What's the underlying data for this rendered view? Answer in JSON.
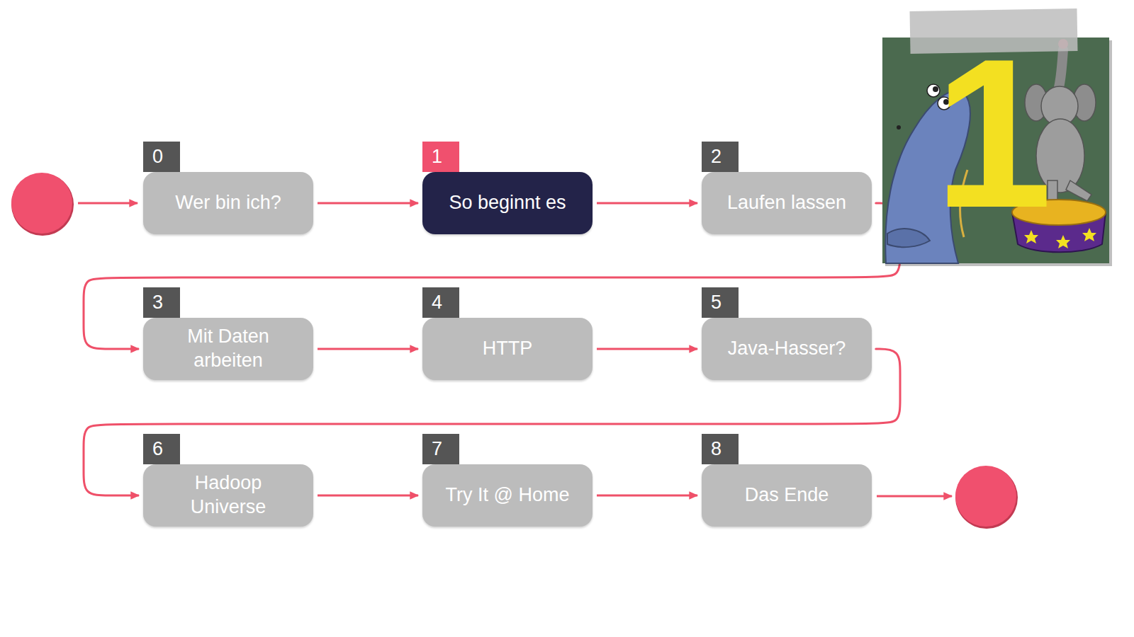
{
  "diagram": {
    "nodes": [
      {
        "text": [
          "0",
          "Wer bin ich?"
        ]
      },
      {
        "text": [
          "1",
          "So beginnt es"
        ]
      },
      {
        "text": [
          "2",
          "Laufen lassen"
        ]
      },
      {
        "text": [
          "3",
          "Mit Daten arbeiten"
        ]
      },
      {
        "text": [
          "4",
          "HTTP"
        ]
      },
      {
        "text": [
          "5",
          "Java-Hasser?"
        ]
      },
      {
        "text": [
          "6",
          "Hadoop Universe"
        ]
      },
      {
        "text": [
          "7",
          "Try It @ Home"
        ]
      },
      {
        "text": [
          "8",
          "Das Ende"
        ]
      }
    ],
    "edges": [
      {
        "from": 0,
        "to": 1,
        "arrow": "to"
      },
      {
        "from": 1,
        "to": 2,
        "arrow": "to"
      },
      {
        "from": 2,
        "to": 3,
        "arrow": "to"
      },
      {
        "from": 3,
        "to": 4,
        "arrow": "to"
      },
      {
        "from": 4,
        "to": 5,
        "arrow": "to"
      },
      {
        "from": 5,
        "to": 6,
        "arrow": "to"
      },
      {
        "from": 6,
        "to": 7,
        "arrow": "to"
      },
      {
        "from": 7,
        "to": 8,
        "arrow": "to"
      }
    ],
    "labels": [
      "1"
    ]
  }
}
